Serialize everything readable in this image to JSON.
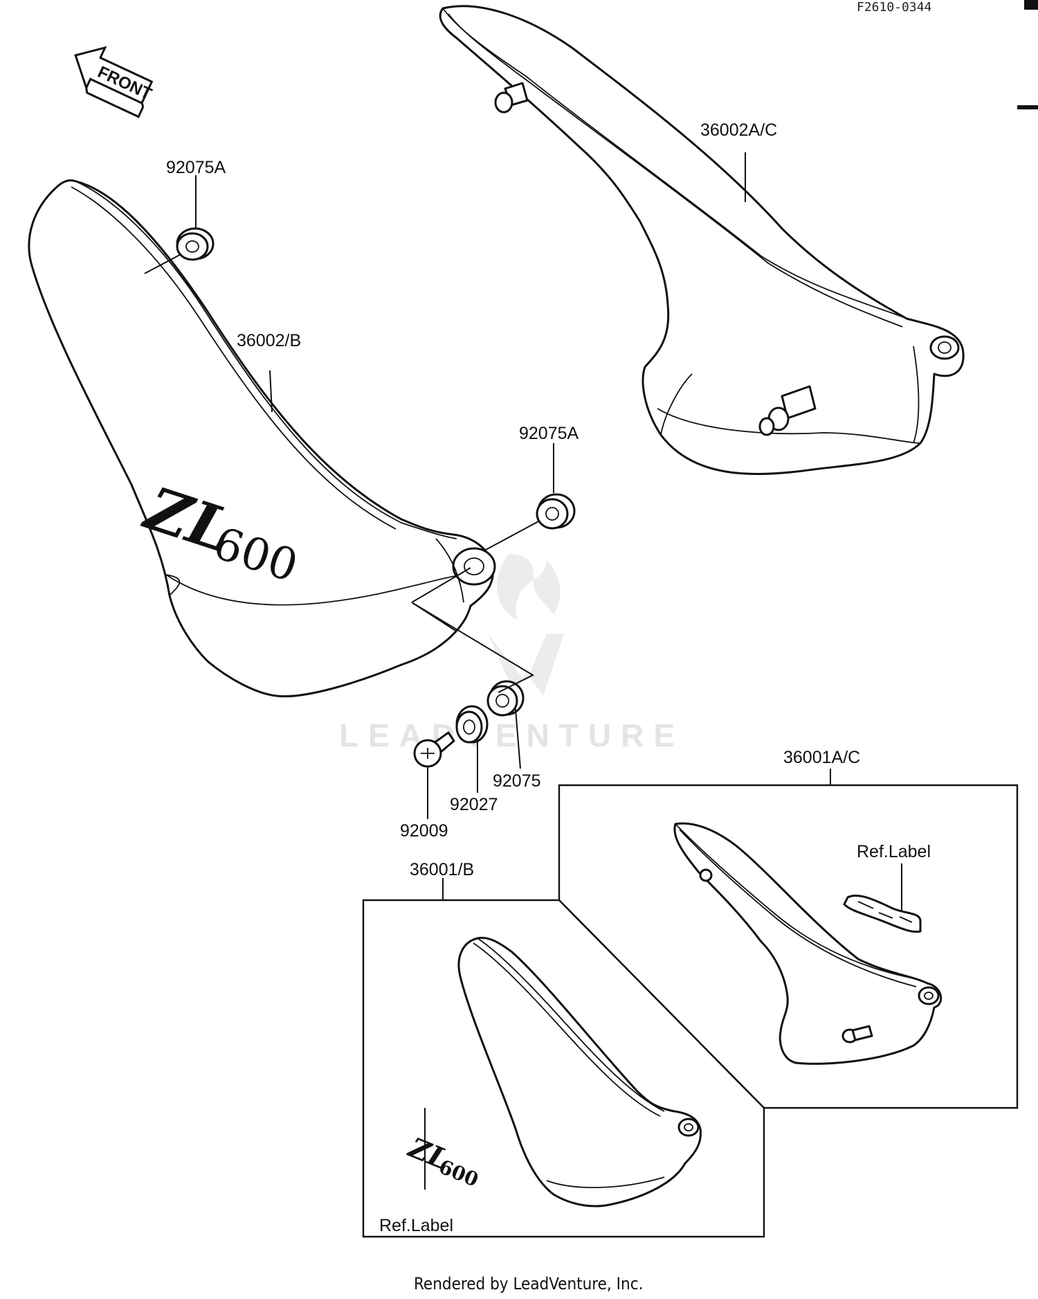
{
  "diagram_code": "F2610-0344",
  "front_arrow_label": "FRONT",
  "watermark": "LEADVENTURE",
  "logo_text": {
    "model_letters": "ZL",
    "model_number": "600"
  },
  "callouts": {
    "part_36002AC": "36002A/C",
    "part_92075A_top": "92075A",
    "part_36002B": "36002/B",
    "part_92075A_mid": "92075A",
    "part_92075": "92075",
    "part_92027": "92027",
    "part_92009": "92009",
    "part_36001AC": "36001A/C",
    "part_36001B": "36001/B",
    "ref_label_right": "Ref.Label",
    "ref_label_left": "Ref.Label"
  },
  "footer": "Rendered by LeadVenture, Inc."
}
